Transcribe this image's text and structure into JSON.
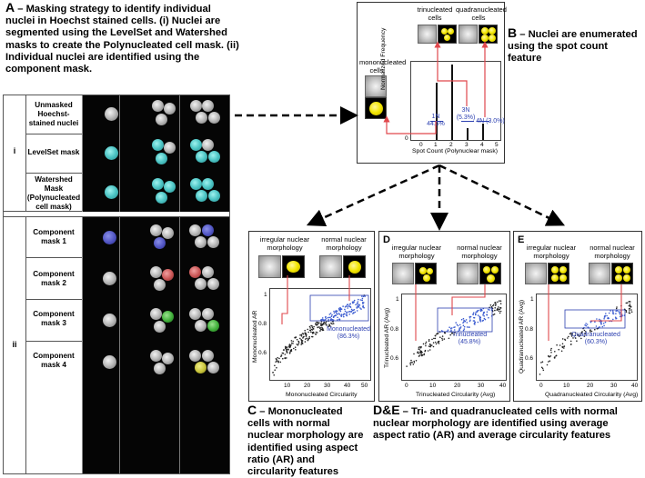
{
  "panel_a": {
    "heading_letter": "A",
    "heading_text": " – Masking strategy to identify individual nuclei in Hoechst stained cells. (i) Nuclei are segmented using the LevelSet and Watershed masks to create the Polynucleated cell mask. (ii) Individual nuclei are identified using the component mask.",
    "section_i": "i",
    "section_ii": "ii",
    "rows_i": [
      {
        "label": "Unmasked Hoechst-stained nuclei"
      },
      {
        "label": "LevelSet mask"
      },
      {
        "label": "Watershed Mask (Polynucleated cell mask)"
      }
    ],
    "rows_ii": [
      {
        "label": "Component mask 1"
      },
      {
        "label": "Component mask 2"
      },
      {
        "label": "Component mask 3"
      },
      {
        "label": "Component mask 4"
      }
    ]
  },
  "panel_b": {
    "heading_letter": "B",
    "heading_text": " – Nuclei are enumerated using the spot count feature",
    "trinucleated_label": "trinucleated cells",
    "quadranucleated_label": "quadranucleated cells",
    "mononucleated_label": "mononucleated cells",
    "ylabel": "Normalized Frequency",
    "xlabel": "Spot Count (Polynuclear mask)",
    "xticks": [
      "0",
      "1",
      "2",
      "3",
      "4",
      "5"
    ],
    "yticks": [
      "0"
    ],
    "gate_1n_label": "1N",
    "gate_1n_pct": "44.6%",
    "gate_3n_label": "3N",
    "gate_3n_pct": "(5.3%)",
    "gate_4n_label": "4N (3.0%)"
  },
  "panel_c": {
    "irregular_label": "irregular nuclear morphology",
    "normal_label": "normal nuclear morphology",
    "ylabel": "Mononucleated AR",
    "xlabel": "Mononucleated Circularity",
    "yticks": [
      "1",
      "0.8",
      "0.6"
    ],
    "xticks": [
      "10",
      "20",
      "30",
      "40",
      "50"
    ],
    "gate_name": "Mononucleated",
    "gate_pct": "(86.3%)",
    "heading_letter": "C",
    "heading_text": " – Mononucleated cells with normal nuclear morphology are identified using aspect ratio (AR) and circularity features"
  },
  "panel_d": {
    "letter": "D",
    "irregular_label": "irregular nuclear morphology",
    "normal_label": "normal nuclear morphology",
    "ylabel": "Trinucleated AR (Avg)",
    "xlabel": "Trinucleated Circularity (Avg)",
    "yticks": [
      "1",
      "0.8",
      "0.6"
    ],
    "xticks": [
      "0",
      "10",
      "20",
      "30",
      "40"
    ],
    "gate_name": "Trinucleated",
    "gate_pct": "(45.8%)"
  },
  "panel_e": {
    "letter": "E",
    "irregular_label": "irregular nuclear morphology",
    "normal_label": "normal nuclear morphology",
    "ylabel": "Quadranucleated AR (Avg)",
    "xlabel": "Quadranucleated Circularity (Avg)",
    "yticks": [
      "1",
      "0.8",
      "0.6"
    ],
    "xticks": [
      "0",
      "10",
      "20",
      "30",
      "40"
    ],
    "gate_name": "Quadranucleated",
    "gate_pct": "(60.3%)"
  },
  "panel_de": {
    "heading_letter": "D&E",
    "heading_text": " – Tri- and quadranucleated cells with normal nuclear morphology are identified using average aspect ratio (AR) and average circularity features"
  },
  "colors": {
    "arrow": "#e0474c",
    "gate": "#2b3fb0",
    "scatter_blue": "#3a5bd0"
  }
}
